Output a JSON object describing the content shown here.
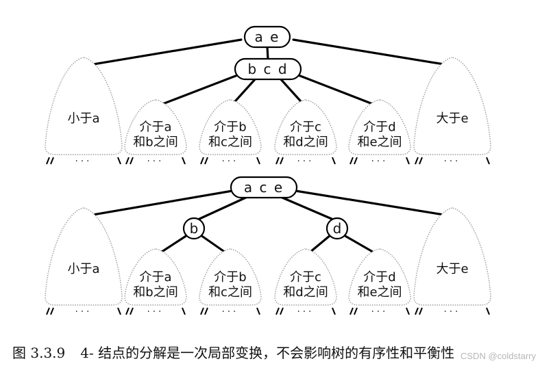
{
  "diagrams": [
    {
      "root": "a  e",
      "root_keys": [
        "a",
        "e"
      ],
      "child": "b c d",
      "child_keys": [
        "b",
        "c",
        "d"
      ],
      "subtrees": [
        [
          "小于a"
        ],
        [
          "介于a",
          "和b之间"
        ],
        [
          "介于b",
          "和c之间"
        ],
        [
          "介于c",
          "和d之间"
        ],
        [
          "介于d",
          "和e之间"
        ],
        [
          "大于e"
        ]
      ],
      "subtree_dots": "· · ·"
    },
    {
      "root": "a  c  e",
      "root_keys": [
        "a",
        "c",
        "e"
      ],
      "left_child": "b",
      "right_child": "d",
      "subtrees": [
        [
          "小于a"
        ],
        [
          "介于a",
          "和b之间"
        ],
        [
          "介于b",
          "和c之间"
        ],
        [
          "介于c",
          "和d之间"
        ],
        [
          "介于d",
          "和e之间"
        ],
        [
          "大于e"
        ]
      ],
      "subtree_dots": "· · ·"
    }
  ],
  "caption": {
    "figure_number": "图 3.3.9",
    "text": "4- 结点的分解是一次局部变换，不会影响树的有序性和平衡性"
  },
  "watermark": "CSDN @coldstarry"
}
